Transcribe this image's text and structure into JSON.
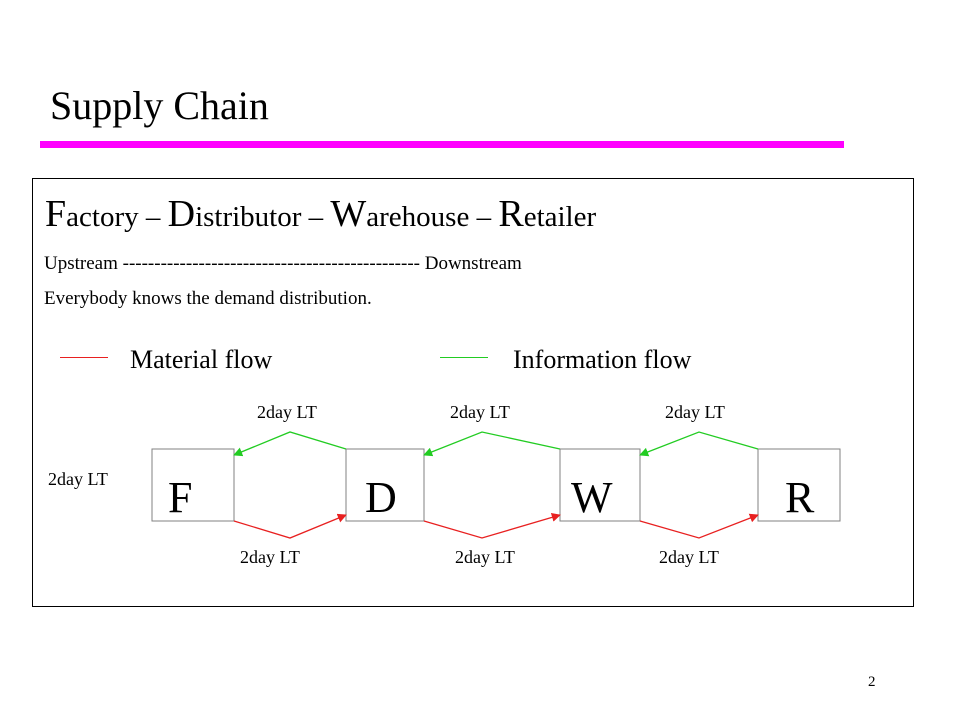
{
  "slide": {
    "title": "Supply Chain",
    "page_number": "2"
  },
  "colors": {
    "title_rule": "#ff00ff",
    "material_flow": "#e82020",
    "information_flow": "#22cc22",
    "box_border": "#000000"
  },
  "heading": {
    "parts": [
      {
        "cap": "F",
        "rest": "actory"
      },
      {
        "cap": "D",
        "rest": "istributor"
      },
      {
        "cap": "W",
        "rest": "arehouse"
      },
      {
        "cap": "R",
        "rest": "etailer"
      }
    ],
    "separator": " – "
  },
  "lines": {
    "upstream": "Upstream -----------------------------------------------  Downstream",
    "knowledge": "Everybody knows the demand distribution."
  },
  "legend": {
    "material": "Material flow",
    "information": "Information flow"
  },
  "diagram": {
    "nodes": [
      {
        "label": "F"
      },
      {
        "label": "D"
      },
      {
        "label": "W"
      },
      {
        "label": "R"
      }
    ],
    "factory_lead_time": "2day LT",
    "information_lead_times": [
      "2day LT",
      "2day LT",
      "2day LT"
    ],
    "material_lead_times": [
      "2day LT",
      "2day LT",
      "2day LT"
    ]
  }
}
